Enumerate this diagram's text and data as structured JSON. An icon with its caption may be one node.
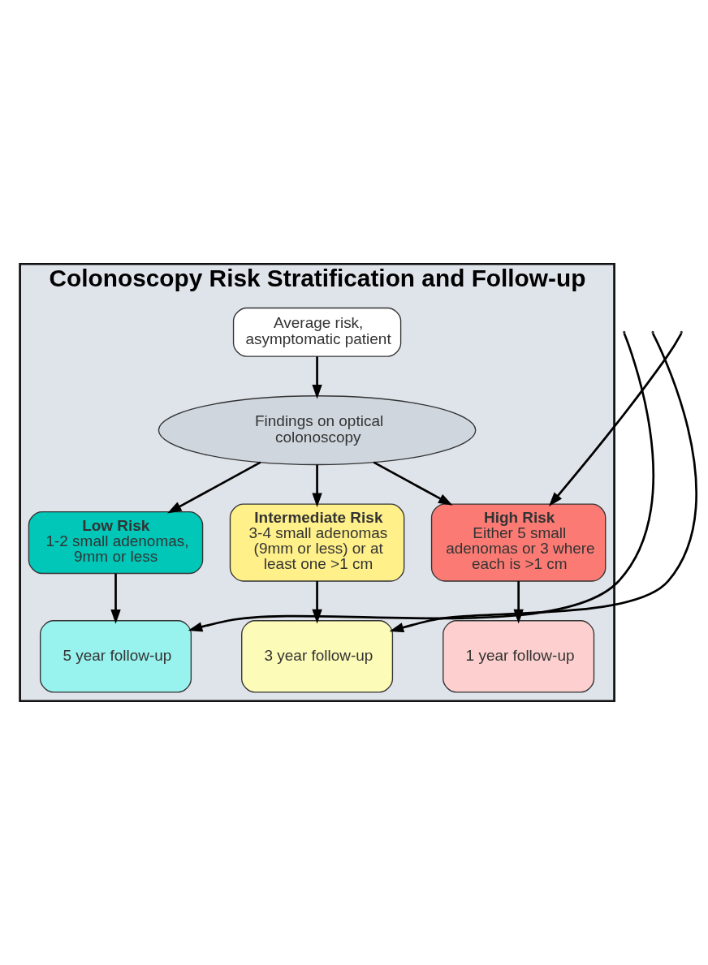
{
  "diagram": {
    "nodes": [
      {
        "text": [
          "Colonoscopy Risk Stratification and Follow-up"
        ]
      },
      {
        "text": [
          "Average risk, asymptomatic patient"
        ],
        "in": 0
      },
      {
        "text": [
          "Findings on optical colonoscopy"
        ],
        "in": 0
      },
      {
        "text": [
          "Low Risk",
          "1-2 small adenomas, 9mm or less"
        ],
        "in": 0
      },
      {
        "text": [
          "Intermediate Risk",
          "3-4 small adenomas (9mm or less) or at least one >1 cm"
        ],
        "in": 0
      },
      {
        "text": [
          "High Risk",
          "Either 5 small adenomas or 3 where each is >1 cm"
        ],
        "in": 0
      },
      {
        "text": [
          "5 year follow-up"
        ],
        "in": 0
      },
      {
        "text": [
          "3 year follow-up"
        ],
        "in": 0
      },
      {
        "text": [
          "1 year follow-up"
        ],
        "in": 0
      }
    ],
    "edges": [
      {
        "from": 1,
        "to": 2,
        "arrow": "to"
      },
      {
        "from": 2,
        "to": 3,
        "arrow": "to"
      },
      {
        "from": 2,
        "to": 4,
        "arrow": "to"
      },
      {
        "from": 2,
        "to": 5,
        "arrow": "to"
      },
      {
        "from": 3,
        "to": 6,
        "arrow": "to"
      },
      {
        "from": 4,
        "to": 7,
        "arrow": "to"
      },
      {
        "from": 5,
        "to": 8,
        "arrow": "to"
      },
      {
        "from": null,
        "to": 6,
        "arrow": "to"
      },
      {
        "from": null,
        "to": 7,
        "arrow": "to"
      },
      {
        "from": null,
        "to": 5,
        "arrow": "to"
      }
    ]
  }
}
